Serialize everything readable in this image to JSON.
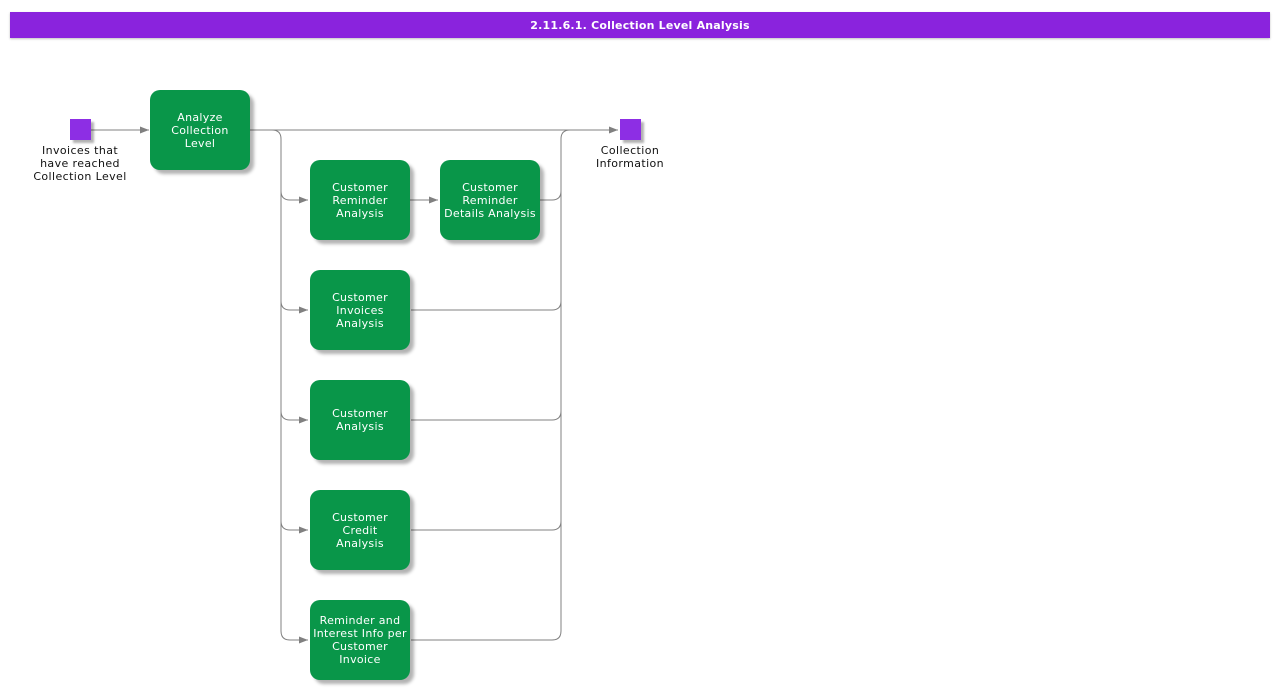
{
  "title_bar": {
    "text": "2.11.6.1. Collection Level Analysis"
  },
  "colors": {
    "title_bar_purple": "#8a23dd",
    "event_purple": "#8d2ee4",
    "activity_green": "#099649",
    "connector_gray": "#808080",
    "activity_text": "#ffffff",
    "label_text": "#111111",
    "background": "#ffffff"
  },
  "events": {
    "start": {
      "label": "Invoices that\nhave reached\nCollection Level"
    },
    "end": {
      "label": "Collection\nInformation"
    }
  },
  "activities": [
    {
      "id": "analyze-collection-level",
      "label": "Analyze\nCollection\nLevel"
    },
    {
      "id": "customer-reminder-analysis",
      "label": "Customer\nReminder\nAnalysis"
    },
    {
      "id": "customer-reminder-details-analysis",
      "label": "Customer\nReminder\nDetails Analysis"
    },
    {
      "id": "customer-invoices-analysis",
      "label": "Customer\nInvoices\nAnalysis"
    },
    {
      "id": "customer-analysis",
      "label": "Customer\nAnalysis"
    },
    {
      "id": "customer-credit-analysis",
      "label": "Customer\nCredit\nAnalysis"
    },
    {
      "id": "reminder-interest-info-per-customer-invoice",
      "label": "Reminder and\nInterest Info per\nCustomer\nInvoice"
    }
  ]
}
